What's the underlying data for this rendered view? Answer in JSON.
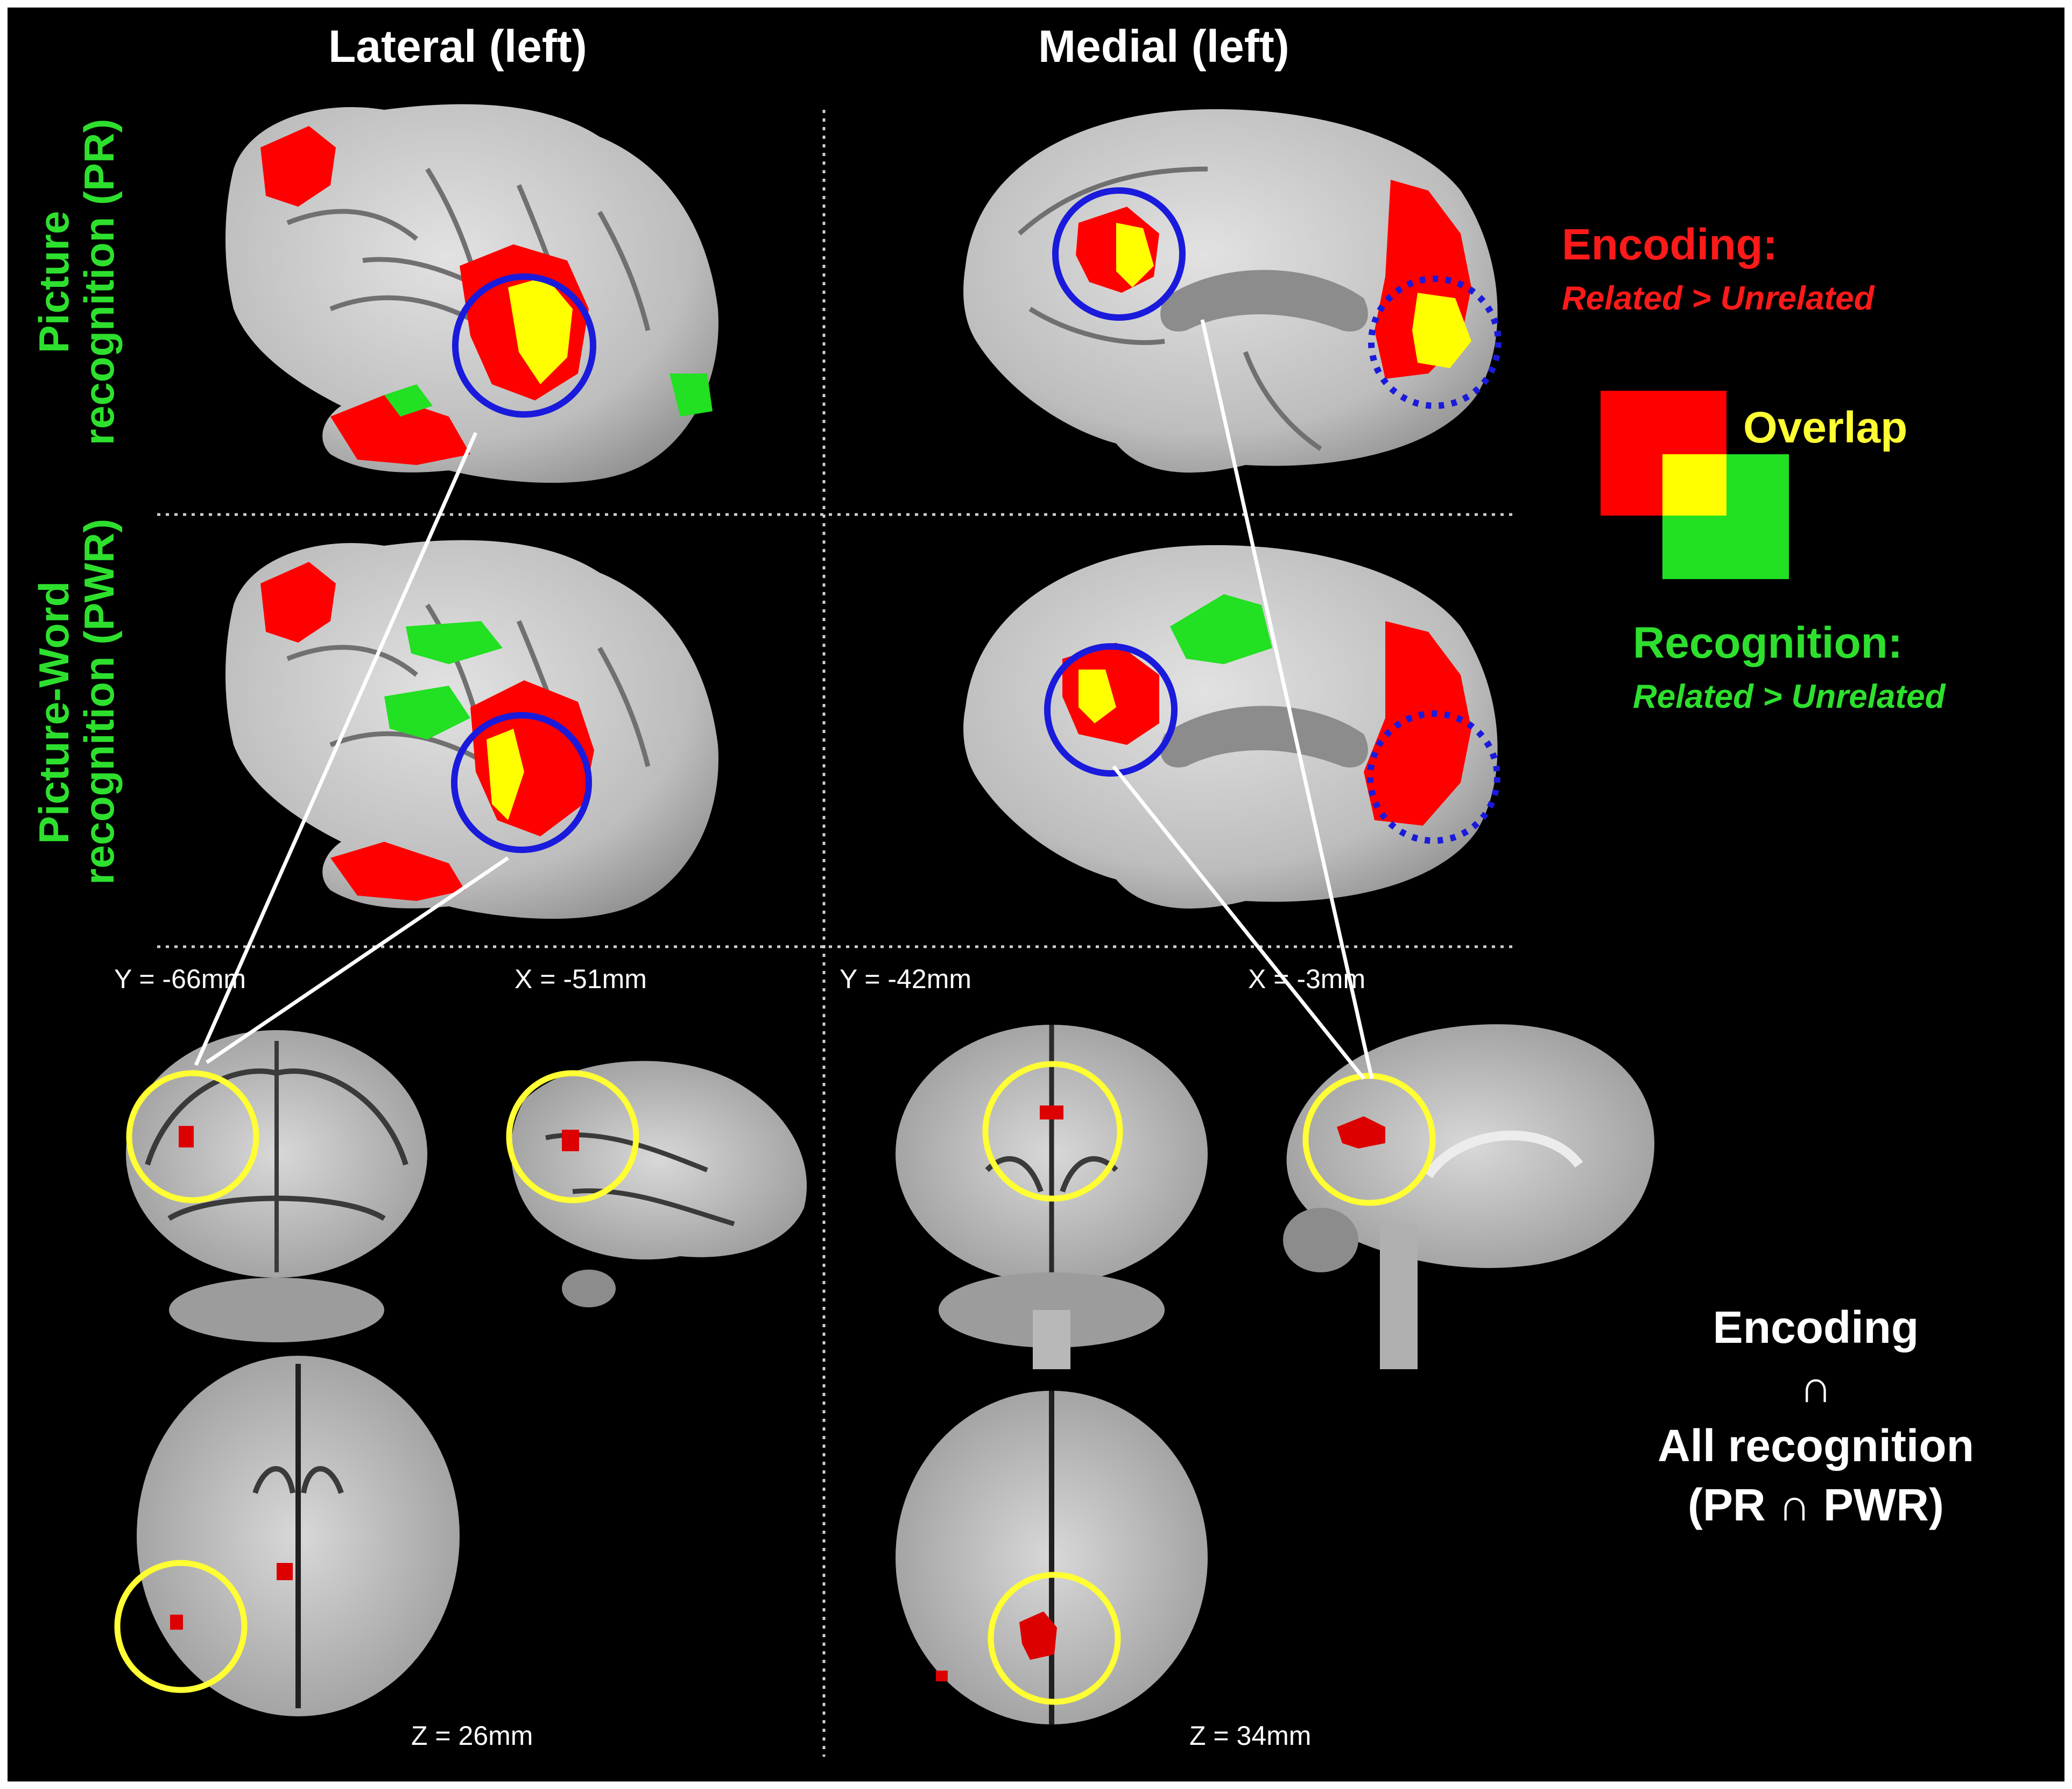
{
  "columns": {
    "lateral": "Lateral (left)",
    "medial": "Medial (left)"
  },
  "rows": {
    "pr": [
      "Picture",
      "recognition (PR)"
    ],
    "pwr": [
      "Picture-Word",
      "recognition (PWR)"
    ]
  },
  "slices": {
    "lat_coronal": "Y = -66mm",
    "lat_sagittal": "X = -51mm",
    "lat_axial": "Z = 26mm",
    "med_coronal": "Y = -42mm",
    "med_sagittal": "X = -3mm",
    "med_axial": "Z = 34mm"
  },
  "legend": {
    "encoding_title": "Encoding:",
    "encoding_contrast": "Related > Unrelated",
    "overlap": "Overlap",
    "recognition_title": "Recognition:",
    "recognition_contrast": "Related > Unrelated"
  },
  "summary": [
    "Encoding",
    "∩",
    "All recognition",
    "(PR ∩ PWR)"
  ],
  "colors": {
    "encoding": "#ff0000",
    "recognition": "#22e022",
    "overlap": "#ffff00",
    "roi_circle": "#1a1adc",
    "slice_circle": "#ffff33",
    "cortex": "#c8c8c8",
    "background": "#000000"
  }
}
